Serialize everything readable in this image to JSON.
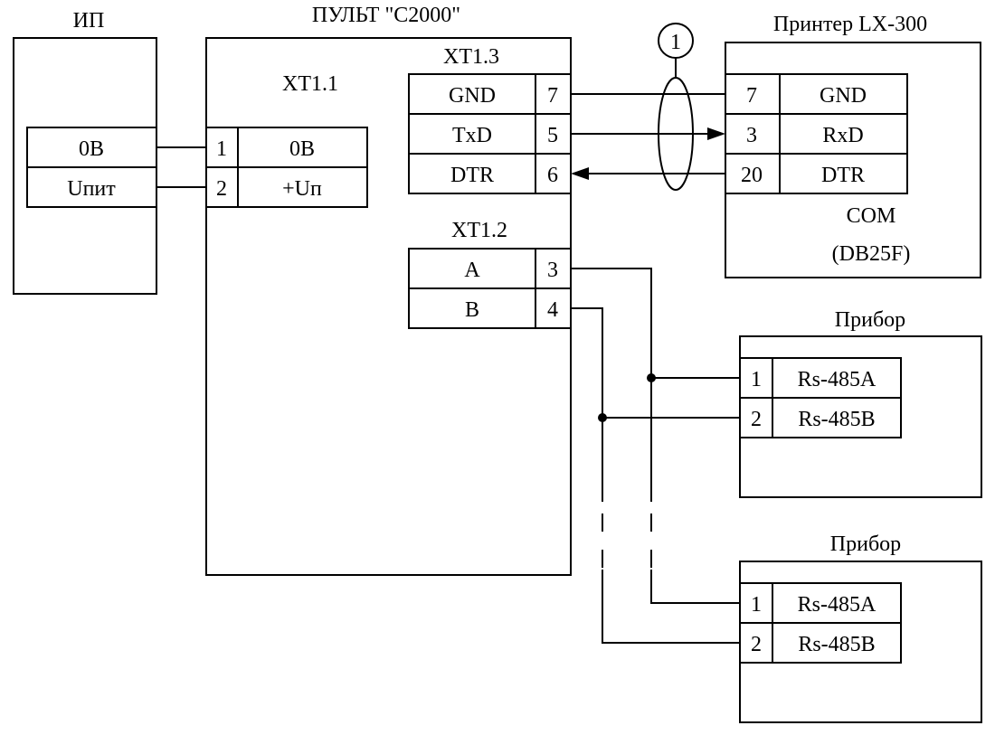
{
  "psu": {
    "title": "ИП",
    "rows": [
      "0В",
      "Uпит"
    ]
  },
  "panel": {
    "title": "ПУЛЬТ \"С2000\"",
    "xt11": {
      "title": "XT1.1",
      "pins": [
        {
          "num": "1",
          "label": "0В"
        },
        {
          "num": "2",
          "label": "+Uп"
        }
      ]
    },
    "xt13": {
      "title": "XT1.3",
      "pins": [
        {
          "label": "GND",
          "num": "7"
        },
        {
          "label": "TxD",
          "num": "5"
        },
        {
          "label": "DTR",
          "num": "6"
        }
      ]
    },
    "xt12": {
      "title": "XT1.2",
      "pins": [
        {
          "label": "A",
          "num": "3"
        },
        {
          "label": "B",
          "num": "4"
        }
      ]
    }
  },
  "cable_marker": "1",
  "printer": {
    "title": "Принтер LX-300",
    "pins": [
      {
        "num": "7",
        "label": "GND"
      },
      {
        "num": "3",
        "label": "RxD"
      },
      {
        "num": "20",
        "label": "DTR"
      }
    ],
    "port_line1": "COM",
    "port_line2": "(DB25F)"
  },
  "devices": [
    {
      "title": "Прибор",
      "pins": [
        {
          "num": "1",
          "label": "Rs-485A"
        },
        {
          "num": "2",
          "label": "Rs-485B"
        }
      ]
    },
    {
      "title": "Прибор",
      "pins": [
        {
          "num": "1",
          "label": "Rs-485A"
        },
        {
          "num": "2",
          "label": "Rs-485B"
        }
      ]
    }
  ]
}
